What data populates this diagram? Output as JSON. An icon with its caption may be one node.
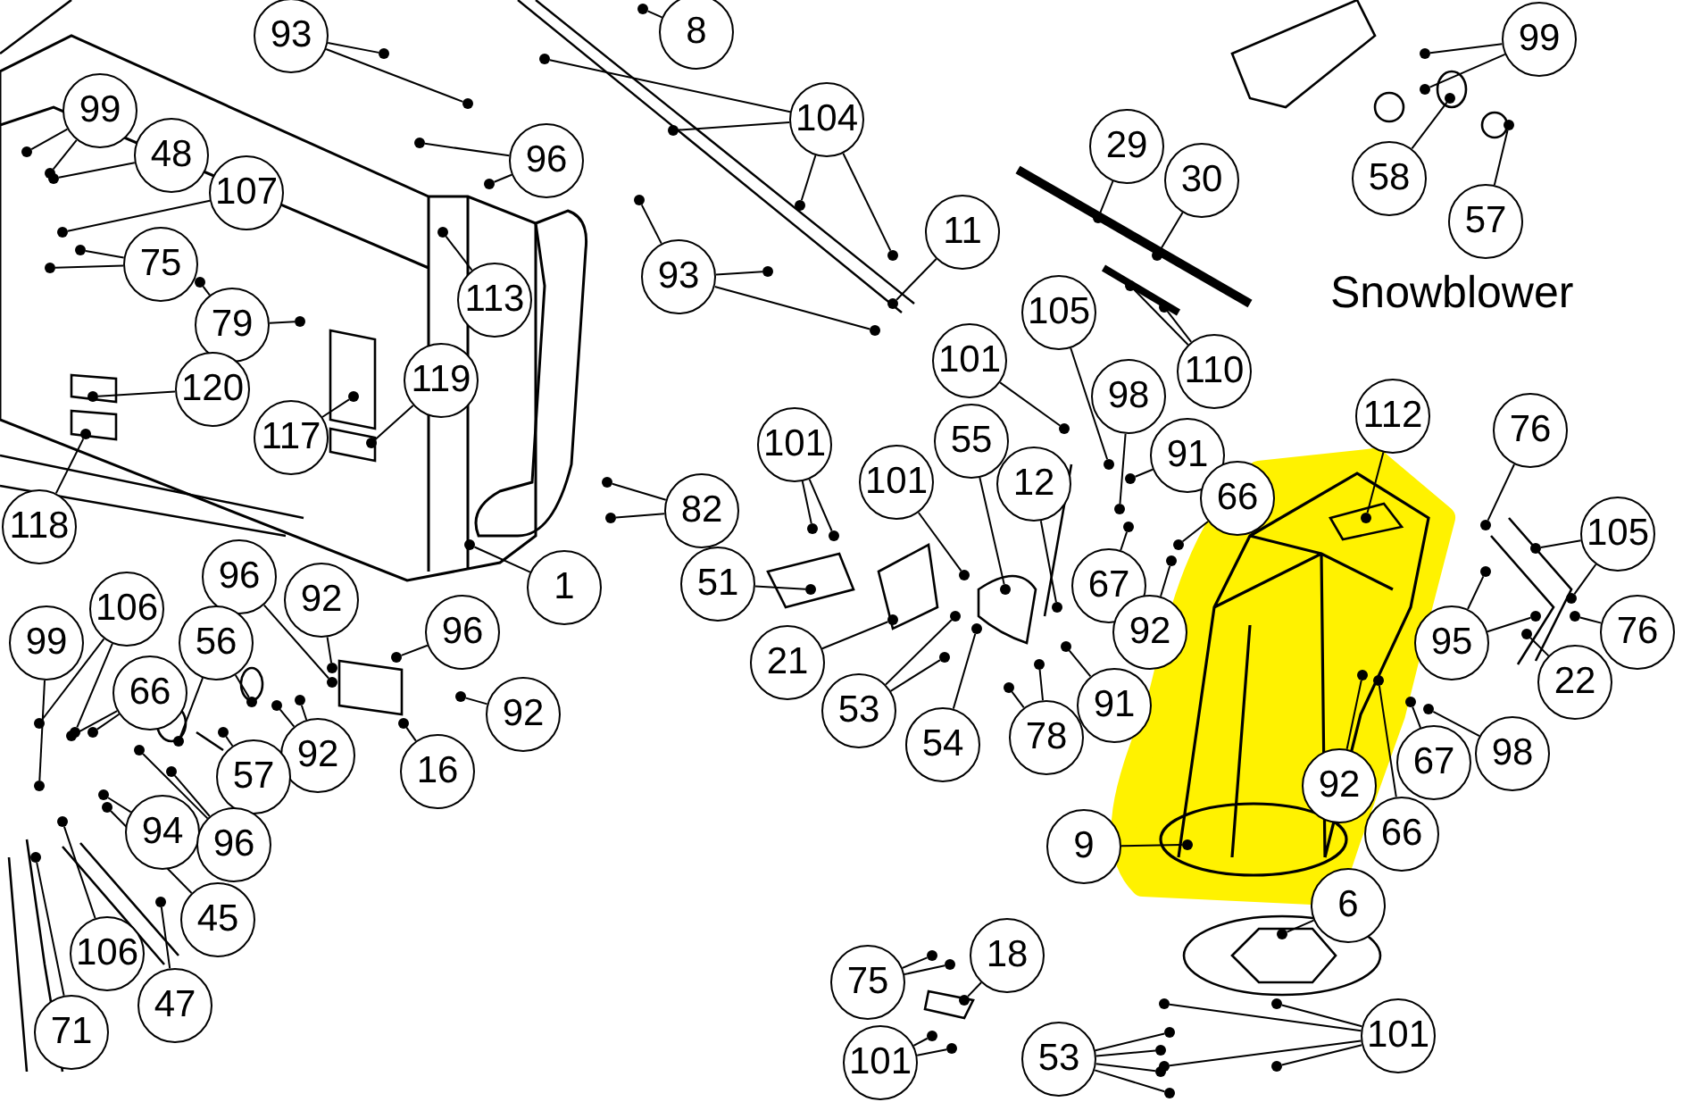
{
  "diagram": {
    "nodes": [
      {
        "text": [
          "93"
        ]
      },
      {
        "text": [
          "8"
        ]
      },
      {
        "text": [
          "104"
        ]
      },
      {
        "text": [
          "99"
        ]
      },
      {
        "text": [
          "48"
        ]
      },
      {
        "text": [
          "96"
        ]
      },
      {
        "text": [
          "107"
        ]
      },
      {
        "text": [
          "75"
        ]
      },
      {
        "text": [
          "93"
        ]
      },
      {
        "text": [
          "11"
        ]
      },
      {
        "text": [
          "113"
        ]
      },
      {
        "text": [
          "79"
        ]
      },
      {
        "text": [
          "29"
        ]
      },
      {
        "text": [
          "30"
        ]
      },
      {
        "text": [
          "99"
        ]
      },
      {
        "text": [
          "58"
        ]
      },
      {
        "text": [
          "57"
        ]
      },
      {
        "text": [
          "110"
        ]
      },
      {
        "text": [
          "105"
        ]
      },
      {
        "text": [
          "101"
        ]
      },
      {
        "text": [
          "98"
        ]
      },
      {
        "text": [
          "91"
        ]
      },
      {
        "text": [
          "66"
        ]
      },
      {
        "text": [
          "112"
        ]
      },
      {
        "text": [
          "76"
        ]
      },
      {
        "text": [
          "105"
        ]
      },
      {
        "text": [
          "117"
        ]
      },
      {
        "text": [
          "119"
        ]
      },
      {
        "text": [
          "120"
        ]
      },
      {
        "text": [
          "118"
        ]
      },
      {
        "text": [
          "82"
        ]
      },
      {
        "text": [
          "101"
        ]
      },
      {
        "text": [
          "101"
        ]
      },
      {
        "text": [
          "55"
        ]
      },
      {
        "text": [
          "12"
        ]
      },
      {
        "text": [
          "1"
        ]
      },
      {
        "text": [
          "51"
        ]
      },
      {
        "text": [
          "67"
        ]
      },
      {
        "text": [
          "92"
        ]
      },
      {
        "text": [
          "95"
        ]
      },
      {
        "text": [
          "76"
        ]
      },
      {
        "text": [
          "21"
        ]
      },
      {
        "text": [
          "22"
        ]
      },
      {
        "text": [
          "106"
        ]
      },
      {
        "text": [
          "96"
        ]
      },
      {
        "text": [
          "92"
        ]
      },
      {
        "text": [
          "96"
        ]
      },
      {
        "text": [
          "99"
        ]
      },
      {
        "text": [
          "66"
        ]
      },
      {
        "text": [
          "56"
        ]
      },
      {
        "text": [
          "92"
        ]
      },
      {
        "text": [
          "92"
        ]
      },
      {
        "text": [
          "53"
        ]
      },
      {
        "text": [
          "78"
        ]
      },
      {
        "text": [
          "91"
        ]
      },
      {
        "text": [
          "16"
        ]
      },
      {
        "text": [
          "57"
        ]
      },
      {
        "text": [
          "54"
        ]
      },
      {
        "text": [
          "92"
        ]
      },
      {
        "text": [
          "67"
        ]
      },
      {
        "text": [
          "98"
        ]
      },
      {
        "text": [
          "94"
        ]
      },
      {
        "text": [
          "96"
        ]
      },
      {
        "text": [
          "9"
        ]
      },
      {
        "text": [
          "66"
        ]
      },
      {
        "text": [
          "45"
        ]
      },
      {
        "text": [
          "106"
        ]
      },
      {
        "text": [
          "6"
        ]
      },
      {
        "text": [
          "47"
        ]
      },
      {
        "text": [
          "75"
        ]
      },
      {
        "text": [
          "18"
        ]
      },
      {
        "text": [
          "71"
        ]
      },
      {
        "text": [
          "53"
        ]
      },
      {
        "text": [
          "101"
        ]
      },
      {
        "text": [
          "101"
        ]
      },
      {
        "text": [],
        "shape": "circle"
      },
      {
        "text": [],
        "shape": "circle"
      },
      {
        "text": [],
        "shape": "circle"
      },
      {
        "text": [],
        "shape": "circle"
      },
      {
        "text": [],
        "shape": "circle"
      },
      {
        "text": [],
        "shape": "circle"
      },
      {
        "text": [],
        "shape": "circle"
      },
      {
        "text": [],
        "shape": "circle"
      },
      {
        "text": [],
        "shape": "circle"
      },
      {
        "text": [],
        "shape": "circle"
      },
      {
        "text": [],
        "shape": "circle"
      },
      {
        "text": [],
        "shape": "circle"
      },
      {
        "text": [],
        "shape": "circle"
      },
      {
        "text": [],
        "shape": "circle"
      },
      {
        "text": [],
        "shape": "circle"
      },
      {
        "text": [],
        "shape": "circle"
      },
      {
        "text": [],
        "shape": "circle"
      },
      {
        "text": [],
        "shape": "circle"
      },
      {
        "text": [],
        "shape": "circle"
      },
      {
        "text": [],
        "shape": "circle"
      },
      {
        "text": [],
        "shape": "circle"
      },
      {
        "text": [],
        "shape": "circle"
      },
      {
        "text": [],
        "shape": "circle"
      },
      {
        "text": [],
        "shape": "circle"
      },
      {
        "text": [],
        "shape": "circle"
      },
      {
        "text": [],
        "shape": "circle"
      },
      {
        "text": [],
        "shape": "circle"
      },
      {
        "text": [],
        "shape": "circle"
      },
      {
        "text": [],
        "shape": "circle"
      },
      {
        "text": [],
        "shape": "circle"
      },
      {
        "text": [],
        "shape": "circle"
      },
      {
        "text": [],
        "shape": "circle"
      },
      {
        "text": [],
        "shape": "circle"
      },
      {
        "text": [],
        "shape": "circle"
      },
      {
        "text": [],
        "shape": "circle"
      },
      {
        "text": [],
        "shape": "circle"
      },
      {
        "text": [],
        "shape": "circle"
      },
      {
        "text": [],
        "shape": "circle"
      },
      {
        "text": [],
        "shape": "circle"
      },
      {
        "text": [],
        "shape": "circle"
      },
      {
        "text": [],
        "shape": "circle"
      },
      {
        "text": [],
        "shape": "circle"
      },
      {
        "text": [],
        "shape": "circle"
      },
      {
        "text": [],
        "shape": "circle"
      },
      {
        "text": [],
        "shape": "circle"
      },
      {
        "text": [],
        "shape": "circle"
      },
      {
        "text": [],
        "shape": "circle"
      },
      {
        "text": [],
        "shape": "circle"
      },
      {
        "text": [],
        "shape": "circle"
      },
      {
        "text": [],
        "shape": "circle"
      },
      {
        "text": [],
        "shape": "circle"
      },
      {
        "text": [],
        "shape": "circle"
      },
      {
        "text": [],
        "shape": "circle"
      },
      {
        "text": [],
        "shape": "circle"
      },
      {
        "text": [],
        "shape": "circle"
      },
      {
        "text": [],
        "shape": "circle"
      },
      {
        "text": [],
        "shape": "circle"
      },
      {
        "text": [],
        "shape": "circle"
      },
      {
        "text": [],
        "shape": "circle"
      },
      {
        "text": [],
        "shape": "circle"
      },
      {
        "text": [],
        "shape": "circle"
      },
      {
        "text": [],
        "shape": "circle"
      },
      {
        "text": [],
        "shape": "circle"
      },
      {
        "text": [],
        "shape": "circle"
      },
      {
        "text": [],
        "shape": "circle"
      },
      {
        "text": [],
        "shape": "circle"
      },
      {
        "text": [],
        "shape": "circle"
      },
      {
        "text": [],
        "shape": "circle"
      },
      {
        "text": [],
        "shape": "circle"
      },
      {
        "text": [],
        "shape": "circle"
      },
      {
        "text": [],
        "shape": "circle"
      },
      {
        "text": [],
        "shape": "circle"
      },
      {
        "text": [],
        "shape": "circle"
      },
      {
        "text": [],
        "shape": "circle"
      },
      {
        "text": [],
        "shape": "circle"
      },
      {
        "text": [],
        "shape": "circle"
      },
      {
        "text": [],
        "shape": "circle"
      },
      {
        "text": [],
        "shape": "circle"
      },
      {
        "text": [],
        "shape": "circle"
      },
      {
        "text": [],
        "shape": "circle"
      },
      {
        "text": [],
        "shape": "circle"
      },
      {
        "text": [],
        "shape": "circle"
      },
      {
        "text": [],
        "shape": "circle"
      },
      {
        "text": [],
        "shape": "circle"
      },
      {
        "text": [],
        "shape": "circle"
      },
      {
        "text": [],
        "shape": "circle"
      },
      {
        "text": [],
        "shape": "circle"
      },
      {
        "text": [],
        "shape": "circle"
      },
      {
        "text": [],
        "shape": "circle"
      },
      {
        "text": [],
        "shape": "circle"
      },
      {
        "text": [],
        "shape": "circle"
      },
      {
        "text": [],
        "shape": "circle"
      },
      {
        "text": [],
        "shape": "circle"
      },
      {
        "text": [],
        "shape": "circle"
      },
      {
        "text": [],
        "shape": "circle"
      },
      {
        "text": [],
        "shape": "circle"
      },
      {
        "text": [],
        "shape": "circle"
      },
      {
        "text": [],
        "shape": "circle"
      },
      {
        "text": [],
        "shape": "circle"
      },
      {
        "text": [],
        "shape": "circle"
      },
      {
        "text": [],
        "shape": "circle"
      },
      {
        "text": [],
        "shape": "circle"
      },
      {
        "text": [],
        "shape": "circle"
      },
      {
        "text": [],
        "shape": "circle"
      },
      {
        "text": [],
        "shape": "circle"
      },
      {
        "text": [],
        "shape": "circle"
      }
    ],
    "edges": [
      {
        "from": 0,
        "to": 75,
        "arrow": "none"
      },
      {
        "from": 0,
        "to": 76,
        "arrow": "none"
      },
      {
        "from": 1,
        "to": 77,
        "arrow": "none"
      },
      {
        "from": 2,
        "to": 78,
        "arrow": "none"
      },
      {
        "from": 2,
        "to": 79,
        "arrow": "none"
      },
      {
        "from": 2,
        "to": 80,
        "arrow": "none"
      },
      {
        "from": 2,
        "to": 81,
        "arrow": "none"
      },
      {
        "from": 3,
        "to": 82,
        "arrow": "none"
      },
      {
        "from": 3,
        "to": 83,
        "arrow": "none"
      },
      {
        "from": 4,
        "to": 84,
        "arrow": "none"
      },
      {
        "from": 5,
        "to": 85,
        "arrow": "none"
      },
      {
        "from": 5,
        "to": 86,
        "arrow": "none"
      },
      {
        "from": 6,
        "to": 87,
        "arrow": "none"
      },
      {
        "from": 7,
        "to": 88,
        "arrow": "none"
      },
      {
        "from": 7,
        "to": 89,
        "arrow": "none"
      },
      {
        "from": 8,
        "to": 90,
        "arrow": "none"
      },
      {
        "from": 8,
        "to": 91,
        "arrow": "none"
      },
      {
        "from": 8,
        "to": 92,
        "arrow": "none"
      },
      {
        "from": 9,
        "to": 93,
        "arrow": "none"
      },
      {
        "from": 10,
        "to": 94,
        "arrow": "none"
      },
      {
        "from": 11,
        "to": 95,
        "arrow": "none"
      },
      {
        "from": 11,
        "to": 96,
        "arrow": "none"
      },
      {
        "from": 12,
        "to": 97,
        "arrow": "none"
      },
      {
        "from": 13,
        "to": 98,
        "arrow": "none"
      },
      {
        "from": 14,
        "to": 99,
        "arrow": "none"
      },
      {
        "from": 14,
        "to": 100,
        "arrow": "none"
      },
      {
        "from": 15,
        "to": 101,
        "arrow": "none"
      },
      {
        "from": 16,
        "to": 102,
        "arrow": "none"
      },
      {
        "from": 17,
        "to": 103,
        "arrow": "none"
      },
      {
        "from": 17,
        "to": 104,
        "arrow": "none"
      },
      {
        "from": 18,
        "to": 105,
        "arrow": "none"
      },
      {
        "from": 19,
        "to": 106,
        "arrow": "none"
      },
      {
        "from": 20,
        "to": 107,
        "arrow": "none"
      },
      {
        "from": 21,
        "to": 108,
        "arrow": "none"
      },
      {
        "from": 22,
        "to": 109,
        "arrow": "none"
      },
      {
        "from": 23,
        "to": 110,
        "arrow": "none"
      },
      {
        "from": 24,
        "to": 111,
        "arrow": "none"
      },
      {
        "from": 25,
        "to": 112,
        "arrow": "none"
      },
      {
        "from": 25,
        "to": 113,
        "arrow": "none"
      },
      {
        "from": 26,
        "to": 114,
        "arrow": "none"
      },
      {
        "from": 27,
        "to": 115,
        "arrow": "none"
      },
      {
        "from": 28,
        "to": 116,
        "arrow": "none"
      },
      {
        "from": 29,
        "to": 117,
        "arrow": "none"
      },
      {
        "from": 30,
        "to": 118,
        "arrow": "none"
      },
      {
        "from": 30,
        "to": 119,
        "arrow": "none"
      },
      {
        "from": 31,
        "to": 120,
        "arrow": "none"
      },
      {
        "from": 31,
        "to": 121,
        "arrow": "none"
      },
      {
        "from": 32,
        "to": 122,
        "arrow": "none"
      },
      {
        "from": 33,
        "to": 123,
        "arrow": "none"
      },
      {
        "from": 34,
        "to": 124,
        "arrow": "none"
      },
      {
        "from": 35,
        "to": 125,
        "arrow": "none"
      },
      {
        "from": 36,
        "to": 126,
        "arrow": "none"
      },
      {
        "from": 37,
        "to": 127,
        "arrow": "none"
      },
      {
        "from": 38,
        "to": 128,
        "arrow": "none"
      },
      {
        "from": 39,
        "to": 129,
        "arrow": "none"
      },
      {
        "from": 39,
        "to": 130,
        "arrow": "none"
      },
      {
        "from": 40,
        "to": 131,
        "arrow": "none"
      },
      {
        "from": 41,
        "to": 132,
        "arrow": "none"
      },
      {
        "from": 42,
        "to": 133,
        "arrow": "none"
      },
      {
        "from": 43,
        "to": 134,
        "arrow": "none"
      },
      {
        "from": 43,
        "to": 135,
        "arrow": "none"
      },
      {
        "from": 44,
        "to": 136,
        "arrow": "none"
      },
      {
        "from": 45,
        "to": 137,
        "arrow": "none"
      },
      {
        "from": 46,
        "to": 138,
        "arrow": "none"
      },
      {
        "from": 47,
        "to": 139,
        "arrow": "none"
      },
      {
        "from": 48,
        "to": 140,
        "arrow": "none"
      },
      {
        "from": 48,
        "to": 141,
        "arrow": "none"
      },
      {
        "from": 49,
        "to": 142,
        "arrow": "none"
      },
      {
        "from": 49,
        "to": 143,
        "arrow": "none"
      },
      {
        "from": 50,
        "to": 144,
        "arrow": "none"
      },
      {
        "from": 50,
        "to": 145,
        "arrow": "none"
      },
      {
        "from": 51,
        "to": 146,
        "arrow": "none"
      },
      {
        "from": 52,
        "to": 147,
        "arrow": "none"
      },
      {
        "from": 52,
        "to": 148,
        "arrow": "none"
      },
      {
        "from": 53,
        "to": 149,
        "arrow": "none"
      },
      {
        "from": 53,
        "to": 150,
        "arrow": "none"
      },
      {
        "from": 54,
        "to": 151,
        "arrow": "none"
      },
      {
        "from": 55,
        "to": 152,
        "arrow": "none"
      },
      {
        "from": 56,
        "to": 153,
        "arrow": "none"
      },
      {
        "from": 57,
        "to": 154,
        "arrow": "none"
      },
      {
        "from": 58,
        "to": 155,
        "arrow": "none"
      },
      {
        "from": 59,
        "to": 156,
        "arrow": "none"
      },
      {
        "from": 60,
        "to": 157,
        "arrow": "none"
      },
      {
        "from": 61,
        "to": 158,
        "arrow": "none"
      },
      {
        "from": 62,
        "to": 159,
        "arrow": "none"
      },
      {
        "from": 62,
        "to": 160,
        "arrow": "none"
      },
      {
        "from": 63,
        "to": 161,
        "arrow": "none"
      },
      {
        "from": 64,
        "to": 162,
        "arrow": "none"
      },
      {
        "from": 65,
        "to": 163,
        "arrow": "none"
      },
      {
        "from": 66,
        "to": 164,
        "arrow": "none"
      },
      {
        "from": 67,
        "to": 165,
        "arrow": "none"
      },
      {
        "from": 68,
        "to": 166,
        "arrow": "none"
      },
      {
        "from": 69,
        "to": 167,
        "arrow": "none"
      },
      {
        "from": 69,
        "to": 168,
        "arrow": "none"
      },
      {
        "from": 70,
        "to": 169,
        "arrow": "none"
      },
      {
        "from": 71,
        "to": 170,
        "arrow": "none"
      },
      {
        "from": 72,
        "to": 171,
        "arrow": "none"
      },
      {
        "from": 72,
        "to": 172,
        "arrow": "none"
      },
      {
        "from": 72,
        "to": 173,
        "arrow": "none"
      },
      {
        "from": 72,
        "to": 174,
        "arrow": "none"
      },
      {
        "from": 73,
        "to": 175,
        "arrow": "none"
      },
      {
        "from": 73,
        "to": 176,
        "arrow": "none"
      },
      {
        "from": 73,
        "to": 177,
        "arrow": "none"
      },
      {
        "from": 73,
        "to": 178,
        "arrow": "none"
      },
      {
        "from": 74,
        "to": 179,
        "arrow": "none"
      },
      {
        "from": 74,
        "to": 180,
        "arrow": "none"
      }
    ],
    "labels": [
      "Snowblower"
    ]
  }
}
